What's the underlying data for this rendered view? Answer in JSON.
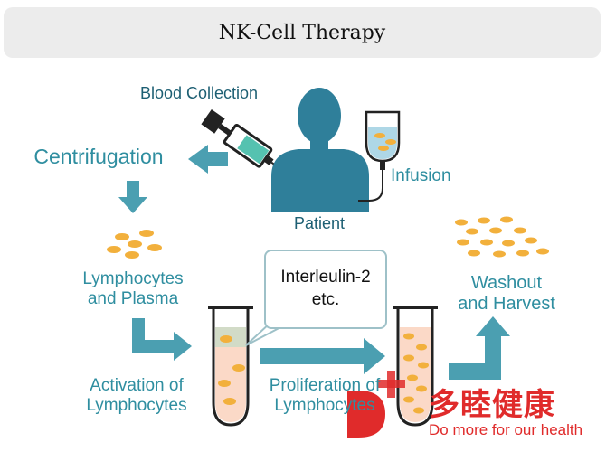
{
  "title": "NK-Cell Therapy",
  "labels": {
    "blood_collection": "Blood Collection",
    "centrifugation": "Centrifugation",
    "infusion": "Infusion",
    "patient": "Patient",
    "lymph_plasma_1": "Lymphocytes",
    "lymph_plasma_2": "and Plasma",
    "interleukin_1": "Interleulin-2",
    "interleukin_2": "etc.",
    "washout_1": "Washout",
    "washout_2": "and Harvest",
    "activation_1": "Activation of",
    "activation_2": "Lymphocytes",
    "proliferation_1": "Proliferation of",
    "proliferation_2": "Lymphocytes"
  },
  "watermark": {
    "brand": "多睦健康",
    "slogan": "Do more for our health"
  },
  "colors": {
    "teal": "#2f8ea0",
    "arrow": "#4b9fb1",
    "cell": "#f2b03c",
    "patient": "#2f7f9a",
    "brand_red": "#e02b2b"
  }
}
